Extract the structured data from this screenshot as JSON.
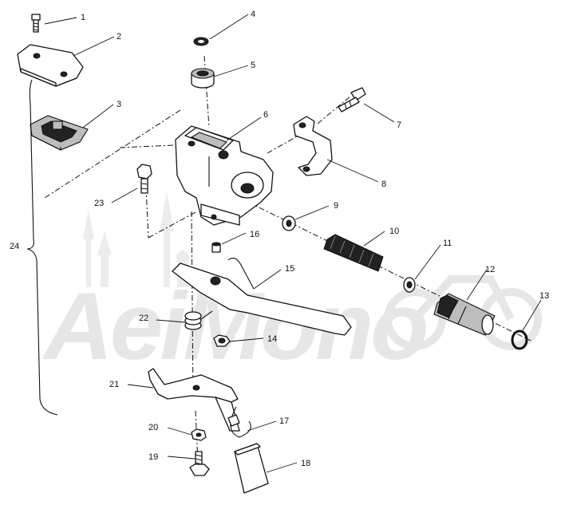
{
  "watermark": "AeiMono",
  "callouts": [
    {
      "id": "c1",
      "label": "1"
    },
    {
      "id": "c2",
      "label": "2"
    },
    {
      "id": "c3",
      "label": "3"
    },
    {
      "id": "c4",
      "label": "4"
    },
    {
      "id": "c5",
      "label": "5"
    },
    {
      "id": "c6",
      "label": "6"
    },
    {
      "id": "c7",
      "label": "7"
    },
    {
      "id": "c8",
      "label": "8"
    },
    {
      "id": "c9",
      "label": "9"
    },
    {
      "id": "c10",
      "label": "10"
    },
    {
      "id": "c11",
      "label": "11"
    },
    {
      "id": "c12",
      "label": "12"
    },
    {
      "id": "c13",
      "label": "13"
    },
    {
      "id": "c14",
      "label": "14"
    },
    {
      "id": "c15",
      "label": "15"
    },
    {
      "id": "c16",
      "label": "16"
    },
    {
      "id": "c17",
      "label": "17"
    },
    {
      "id": "c18",
      "label": "18"
    },
    {
      "id": "c19",
      "label": "19"
    },
    {
      "id": "c20",
      "label": "20"
    },
    {
      "id": "c21",
      "label": "21"
    },
    {
      "id": "c22",
      "label": "22"
    },
    {
      "id": "c23",
      "label": "23"
    },
    {
      "id": "c24",
      "label": "24"
    }
  ]
}
